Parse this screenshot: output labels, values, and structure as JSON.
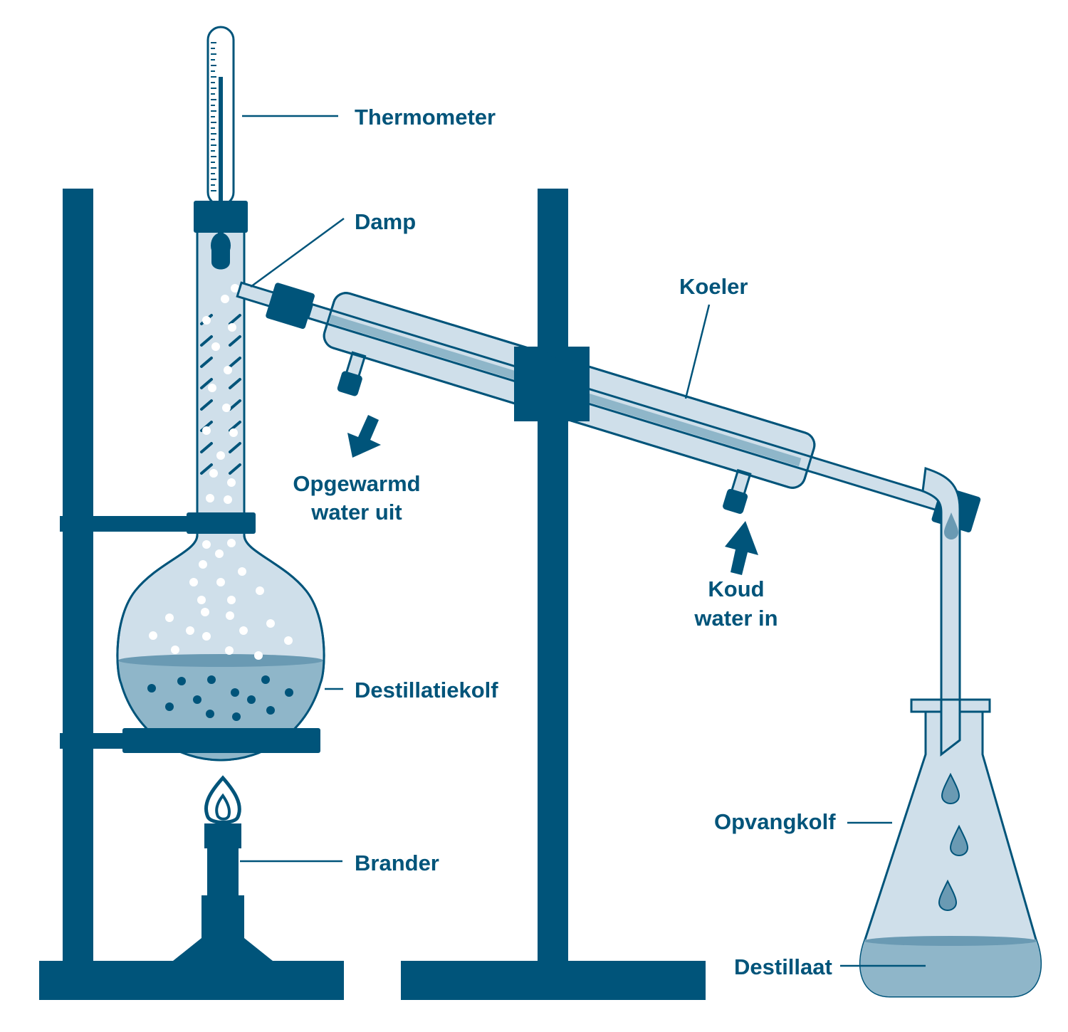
{
  "colors": {
    "dark": "#00547a",
    "glass": "#cfdfea",
    "liquid": "#8fb6c9",
    "liquid_line": "#6a9ab3",
    "bubble": "#ffffff"
  },
  "labels": {
    "thermometer": "Thermometer",
    "damp": "Damp",
    "koeler": "Koeler",
    "warm_water_line1": "Opgewarmd",
    "warm_water_line2": "water uit",
    "cold_water_line1": "Koud",
    "cold_water_line2": "water in",
    "destillatiekolf": "Destillatiekolf",
    "brander": "Brander",
    "opvangkolf": "Opvangkolf",
    "destillaat": "Destillaat"
  }
}
